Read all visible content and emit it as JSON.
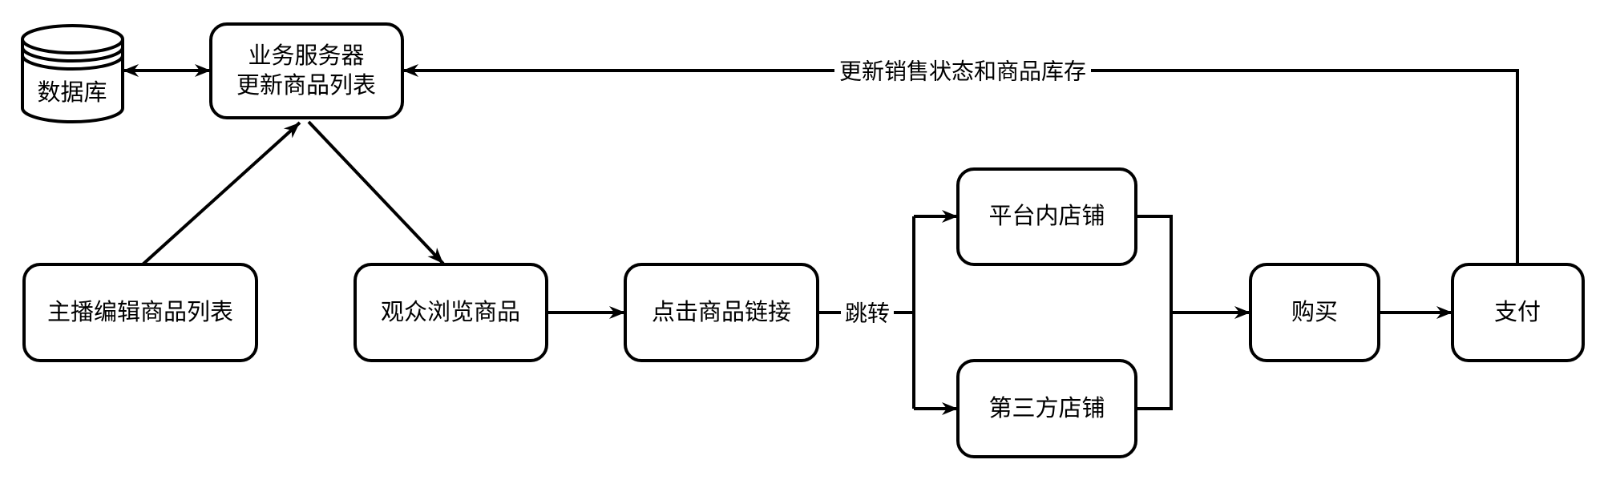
{
  "diagram": {
    "colors": {
      "stroke": "#000000",
      "fill": "#ffffff",
      "background": "#ffffff"
    },
    "nodes": {
      "database": {
        "label": "数据库"
      },
      "server": {
        "label_line1": "业务服务器",
        "label_line2": "更新商品列表"
      },
      "host_edit": {
        "label": "主播编辑商品列表"
      },
      "viewer_browse": {
        "label": "观众浏览商品"
      },
      "click_link": {
        "label": "点击商品链接"
      },
      "platform_store": {
        "label": "平台内店铺"
      },
      "third_party_store": {
        "label": "第三方店铺"
      },
      "buy": {
        "label": "购买"
      },
      "pay": {
        "label": "支付"
      }
    },
    "edge_labels": {
      "update_status": "更新销售状态和商品库存",
      "redirect": "跳转"
    }
  }
}
